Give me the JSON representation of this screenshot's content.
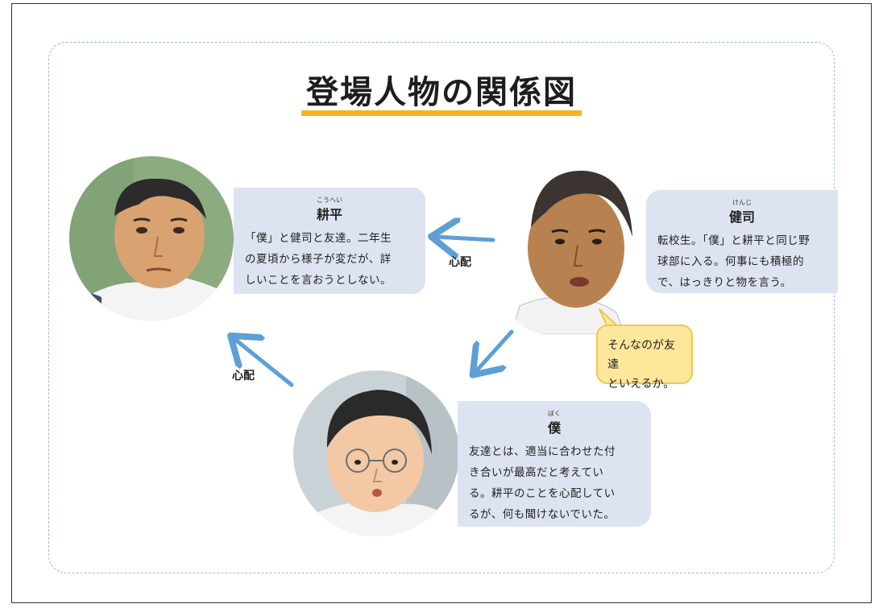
{
  "title": "登場人物の関係図",
  "characters": {
    "kohei": {
      "name": "耕平",
      "ruby": "こうへい",
      "desc_lines": [
        "「僕」と健司と友達。二年生",
        "の夏頃から様子が変だが、詳",
        "しいことを言おうとしない。"
      ]
    },
    "kenji": {
      "name": "健司",
      "ruby": "けんじ",
      "desc_lines": [
        "転校生。「僕」と耕平と同じ野",
        "球部に入る。何事にも積極的",
        "で、はっきりと物を言う。"
      ]
    },
    "boku": {
      "name": "僕",
      "ruby": "ぼく",
      "desc_lines": [
        "友達とは、適当に合わせた付",
        "き合いが最高だと考えてい",
        "る。耕平のことを心配してい",
        "るが、何も聞けないでいた。"
      ]
    }
  },
  "arrows": {
    "kenji_to_kohei_label": "心配",
    "boku_to_kohei_label": "心配"
  },
  "speech": {
    "lines": [
      "そんなのが友達",
      "といえるか。"
    ]
  },
  "colors": {
    "bubble": "#dde3f1",
    "arrow": "#5d9fd6",
    "underline": "#f2b424",
    "speech_bg": "#fde79a",
    "speech_border": "#f2c54c",
    "frame": "#9bbcc9"
  }
}
